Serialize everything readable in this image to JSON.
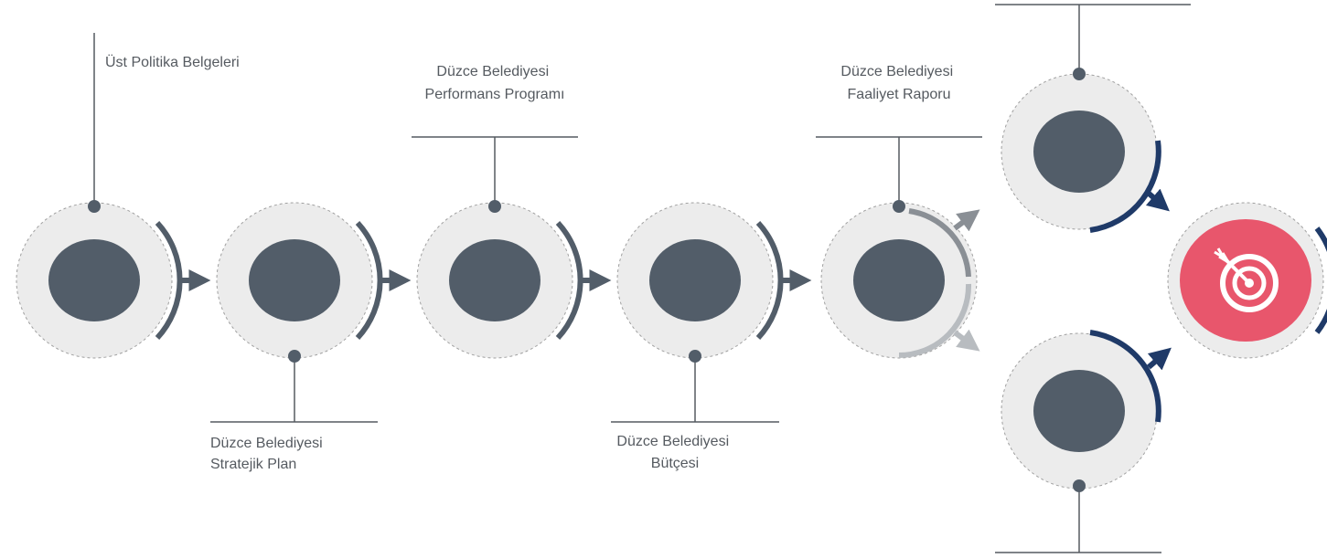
{
  "diagram": {
    "nodes": [
      {
        "id": "ust-politika",
        "label_lines": [
          "Üst Politika Belgeleri"
        ]
      },
      {
        "id": "stratejik-plan",
        "label_lines": [
          "Düzce Belediyesi",
          "Stratejik Plan"
        ]
      },
      {
        "id": "performans-programi",
        "label_lines": [
          "Düzce Belediyesi",
          "Performans Programı"
        ]
      },
      {
        "id": "butce",
        "label_lines": [
          "Düzce Belediyesi",
          "Bütçesi"
        ]
      },
      {
        "id": "faaliyet-raporu",
        "label_lines": [
          "Düzce Belediyesi",
          "Faaliyet Raporu"
        ]
      },
      {
        "id": "upper-branch",
        "label_lines": []
      },
      {
        "id": "lower-branch",
        "label_lines": []
      },
      {
        "id": "target",
        "label_lines": [],
        "icon": "target-icon"
      }
    ],
    "colors": {
      "ring_fill": "#ececec",
      "core": "#525d69",
      "arc_gray": "#525d69",
      "arc_navy": "#1f3a68",
      "arrow_light": "#8a8f95",
      "arrow_lighter": "#b8bcc0",
      "target_fill": "#e8566c",
      "leader_line": "#555a60"
    }
  }
}
